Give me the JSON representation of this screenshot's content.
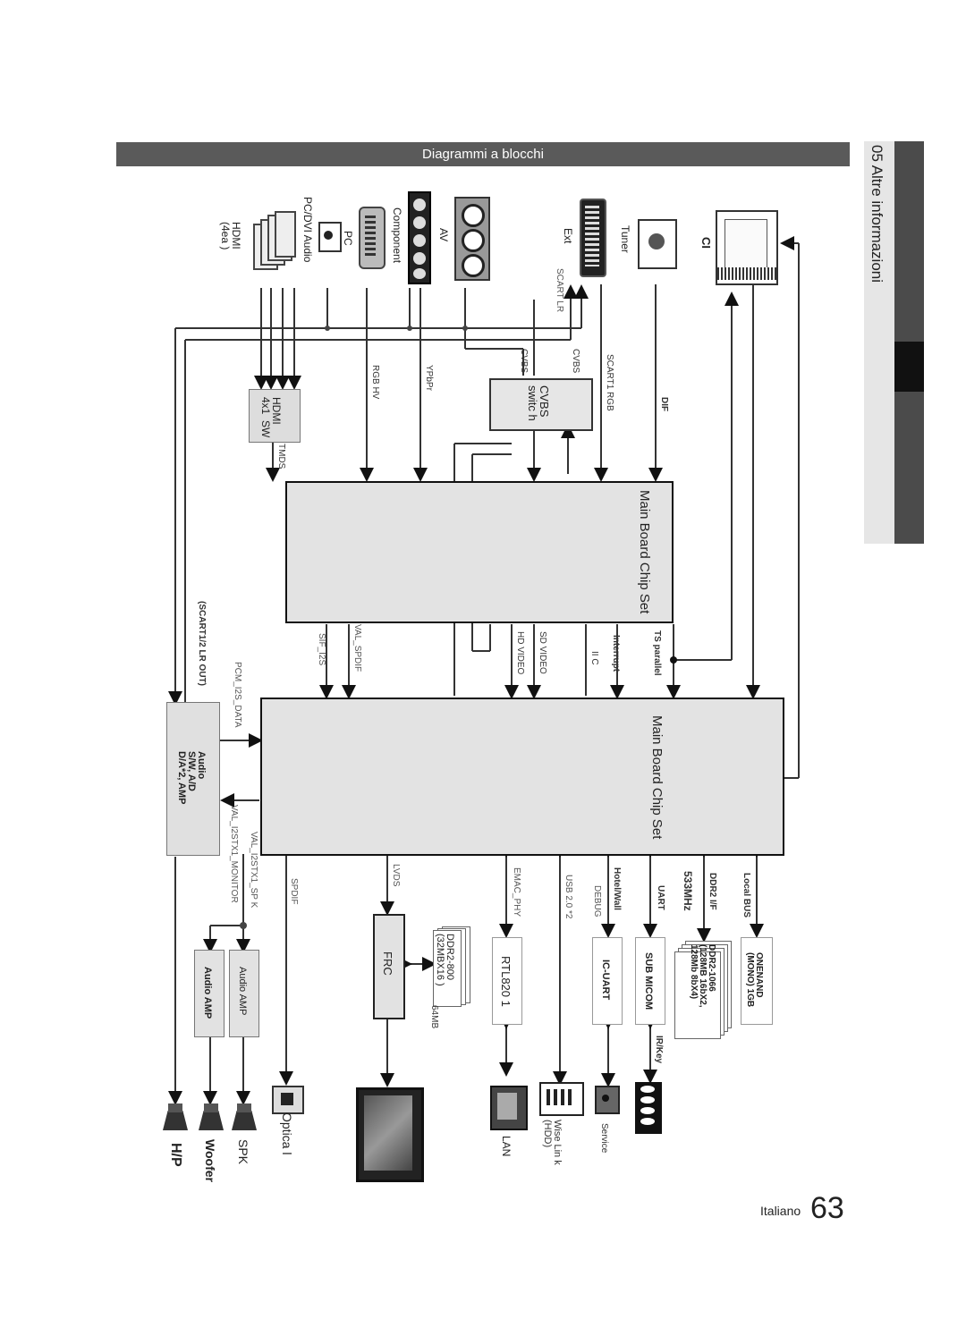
{
  "header": {
    "title": "Diagrammi a blocchi"
  },
  "chapter": {
    "label": "05  Altre informazioni"
  },
  "footer": {
    "language": "Italiano",
    "page_number": "63"
  },
  "inputs": {
    "tuner": "Tuner",
    "ext": "Ext",
    "av": "AV",
    "component": "Component",
    "pc": "PC",
    "pc_dvi_audio": "PC/DVI Audio",
    "hdmi": "HDMI\n(4ea )",
    "ci": "CI"
  },
  "signals": {
    "scart_lr": "SCART LR",
    "scart1_rgb": "SCART1 RGB",
    "cvbs_1": "CVBS",
    "cvbs_2": "CVBS",
    "ypbpr": "YPbPr",
    "rgb_hv": "RGB HV",
    "tmds": "TMDS",
    "dif": "DIF",
    "ts_parallel": "TS parallel",
    "interrupt": "Interrupt",
    "iic": "II C",
    "sd_video": "SD VIDEO",
    "hd_video": "HD VIDEO",
    "val_spdif": "VAL_SPDIF",
    "sif_i2s": "SIF_I2S",
    "pcm_i2s_data": "PCM_I2S_DATA",
    "scart_lr_out": "(SCART1/2 LR OUT)",
    "val_i2stx1_monitor": "VAL_I2STX1_MONITOR",
    "val_i2stx1_spk": "VAL_I2STX1_SP K",
    "spdif": "SPDIF",
    "lvds": "LVDS",
    "emac_phy": "EMAC_PHY",
    "usb": "USB 2.0 *2",
    "debug": "DEBUG",
    "hotel_wall": "Hotel/Wall",
    "uart": "UART",
    "ddr2_if": "DDR2 I/F",
    "freq": "533MHz",
    "local_bus": "Local BUS",
    "ir_key": "IR/Key",
    "size_64mb": "64MB"
  },
  "blocks": {
    "cvbs_switch": "CVBS\nswitc h",
    "hdmi_sw": "HDMI\n4x1  SW",
    "main_chip_1": "Main Board Chip Set",
    "main_chip_2": "Main Board Chip Set",
    "audio_block": "Audio\nS/W, A/D\nD/A*2, AMP",
    "frc": "FRC",
    "ddr2_800": "DDR2-800\n(32MBX16 )",
    "rtl": "RTL820 1",
    "ic_uart": "IC-UART",
    "sub_micom": "SUB MICOM",
    "ddr2_1066": "DDR2-1066\n(128MB 16bX2,\n128Mb 8bX4)",
    "onenand": "ONENAND\n(MONO) 1GB",
    "audio_amp": "Audio  AMP",
    "audio_amp_bold": "Audio AMP"
  },
  "outputs": {
    "optical": "Optica l",
    "spk": "SPK",
    "woofer": "Woofer",
    "hp": "H/P",
    "lan": "LAN",
    "wiselink": "Wise Lin k\n(HDD)",
    "service": "Service"
  }
}
